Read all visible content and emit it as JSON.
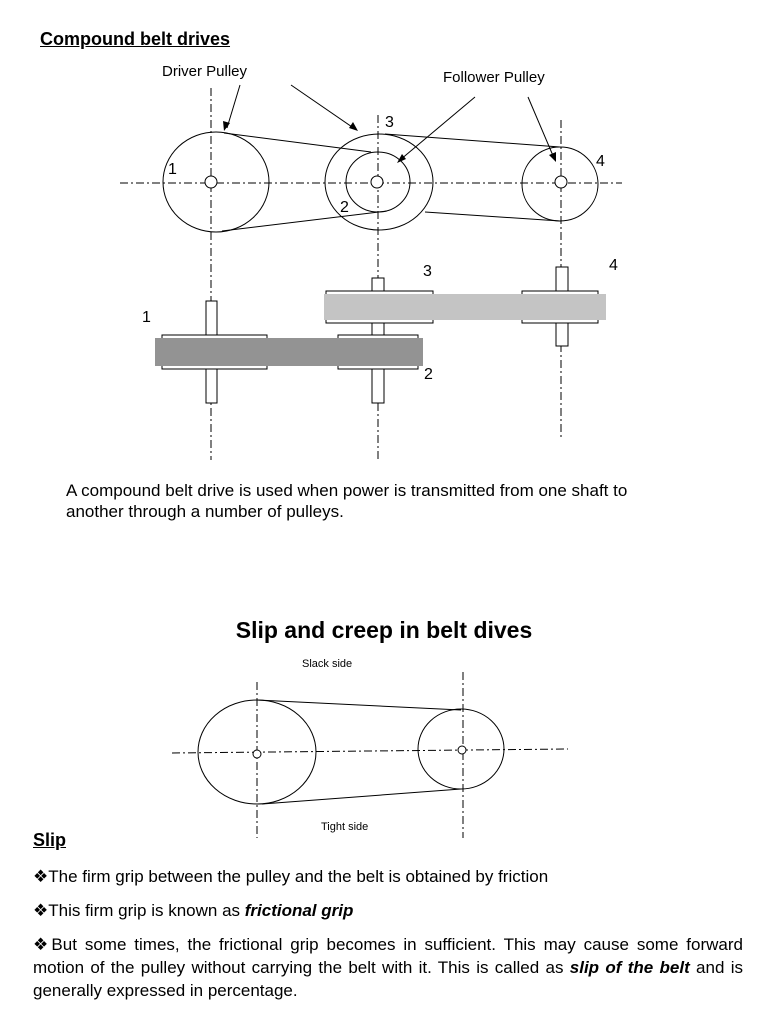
{
  "section1": {
    "heading": "Compound belt drives",
    "labels": {
      "driver": "Driver Pulley",
      "follower": "Follower Pulley",
      "n1": "1",
      "n2": "2",
      "n3": "3",
      "n4": "4"
    },
    "description": "A compound belt drive is used when power is transmitted from one shaft to another through a number of pulleys."
  },
  "section2": {
    "title": "Slip and creep in belt dives",
    "slack": "Slack side",
    "tight": "Tight side"
  },
  "slip": {
    "heading": "Slip",
    "bullet_symbol": "❖",
    "b1": "The firm grip between the pulley and the belt is obtained by friction",
    "b2_pre": "This firm grip is known as ",
    "b2_em": "frictional grip",
    "b3_pre": "But some times, the frictional grip becomes in sufficient. This may cause some forward motion of the pulley without carrying the belt with it. This is called as ",
    "b3_em": "slip of the belt",
    "b3_post": " and is generally expressed in percentage."
  },
  "colors": {
    "belt_dark": "#939393",
    "belt_light": "#c4c4c4"
  }
}
